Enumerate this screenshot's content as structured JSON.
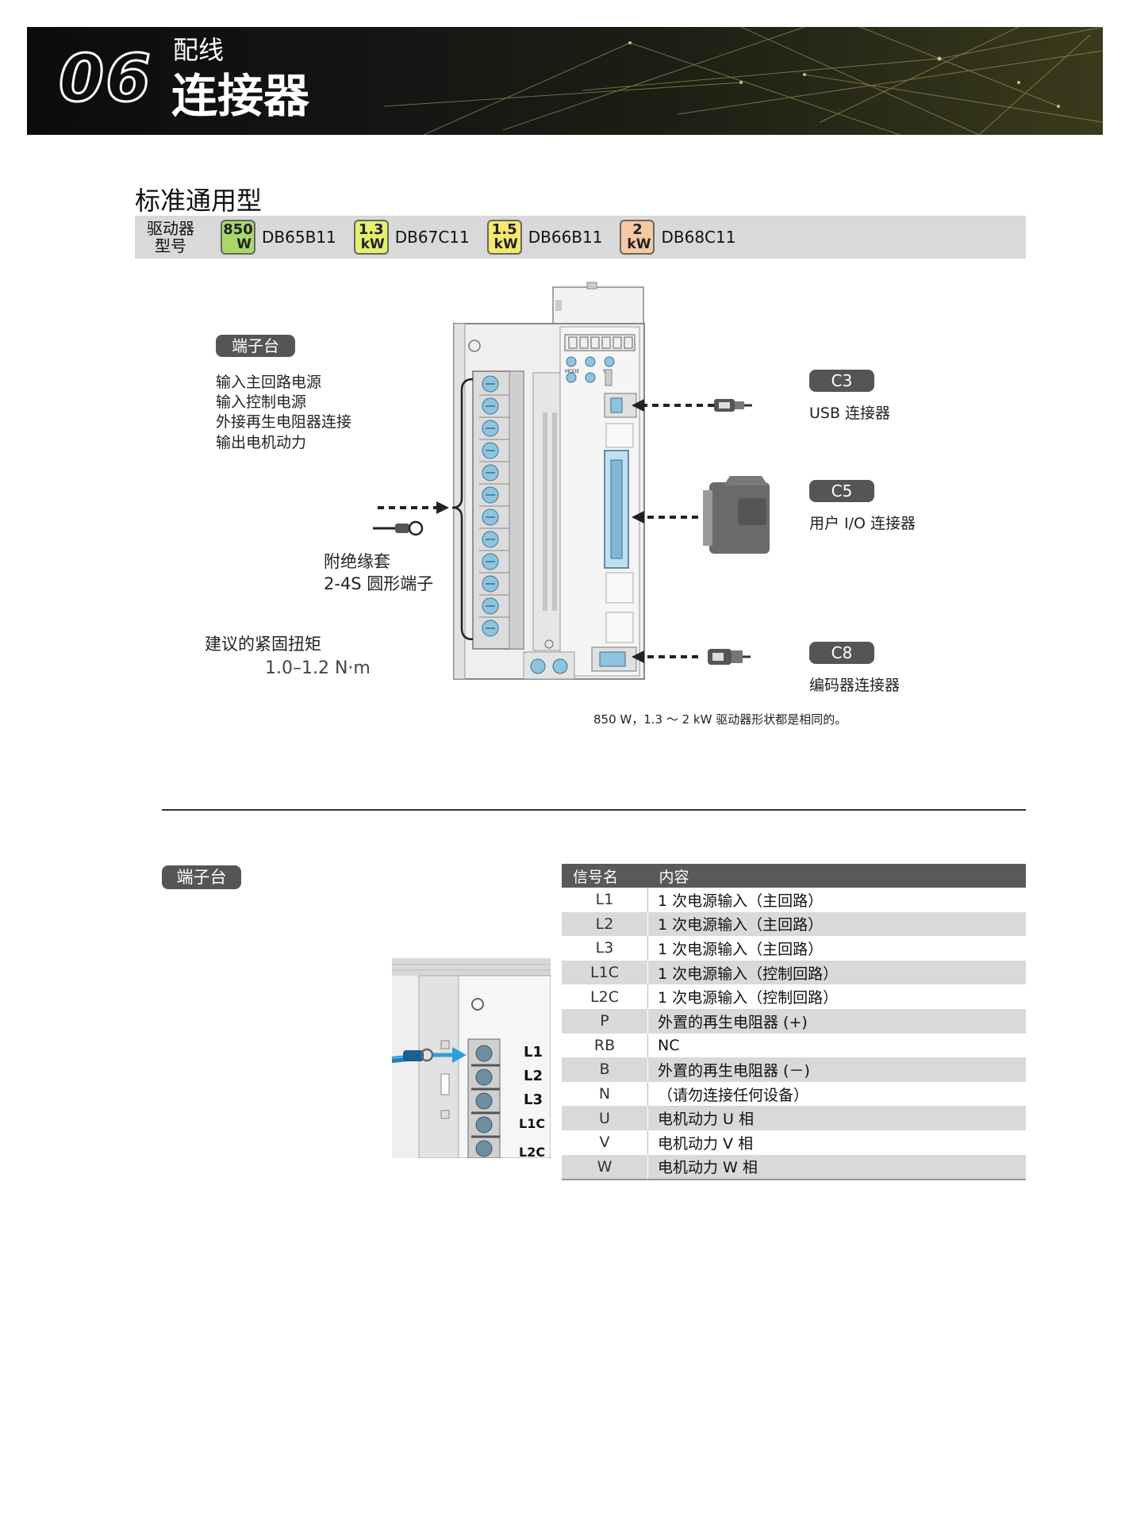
{
  "header": {
    "chapter_number": "06",
    "chapter_subtitle": "配线",
    "chapter_title": "连接器"
  },
  "section": {
    "title": "标准通用型",
    "model_label_line1": "驱动器",
    "model_label_line2": "型号",
    "models": [
      {
        "badge_top": "850",
        "badge_bottom": "W",
        "badge_color": "#a8d86a",
        "name": "DB65B11"
      },
      {
        "badge_top": "1.3",
        "badge_bottom": "kW",
        "badge_color": "#e6ef6e",
        "name": "DB67C11"
      },
      {
        "badge_top": "1.5",
        "badge_bottom": "kW",
        "badge_color": "#f5e96a",
        "name": "DB66B11"
      },
      {
        "badge_top": "2",
        "badge_bottom": "kW",
        "badge_color": "#f6c9a4",
        "name": "DB68C11"
      }
    ]
  },
  "diagram": {
    "terminal_tag": "端子台",
    "terminal_lines": [
      "输入主回路电源",
      "输入控制电源",
      "外接再生电阻器连接",
      "输出电机动力"
    ],
    "ring_line1": "附绝缘套",
    "ring_line2": "2-4S 圆形端子",
    "torque_label": "建议的紧固扭矩",
    "torque_value": "1.0–1.2 N·m",
    "c3_tag": "C3",
    "c3_desc": "USB 连接器",
    "c5_tag": "C5",
    "c5_desc": "用户 I/O 连接器",
    "c8_tag": "C8",
    "c8_desc": "编码器连接器",
    "panel_mode": "MODE",
    "panel_set": "SET",
    "note": "850 W，1.3 ～ 2 kW 驱动器形状都是相同的。"
  },
  "terminal_section": {
    "tag": "端子台",
    "photo_labels": [
      "L1",
      "L2",
      "L3",
      "L1C",
      "L2C"
    ],
    "table_headers": [
      "信号名",
      "内容"
    ],
    "rows": [
      {
        "signal": "L1",
        "content": "1 次电源输入（主回路）"
      },
      {
        "signal": "L2",
        "content": "1 次电源输入（主回路）"
      },
      {
        "signal": "L3",
        "content": "1 次电源输入（主回路）"
      },
      {
        "signal": "L1C",
        "content": "1 次电源输入（控制回路）"
      },
      {
        "signal": "L2C",
        "content": "1 次电源输入（控制回路）"
      },
      {
        "signal": "P",
        "content": "外置的再生电阻器 (+)"
      },
      {
        "signal": "RB",
        "content": "NC"
      },
      {
        "signal": "B",
        "content": "外置的再生电阻器 (－)"
      },
      {
        "signal": "N",
        "content": "（请勿连接任何设备）"
      },
      {
        "signal": "U",
        "content": "电机动力 U 相"
      },
      {
        "signal": "V",
        "content": "电机动力 V 相"
      },
      {
        "signal": "W",
        "content": "电机动力 W 相"
      }
    ]
  }
}
